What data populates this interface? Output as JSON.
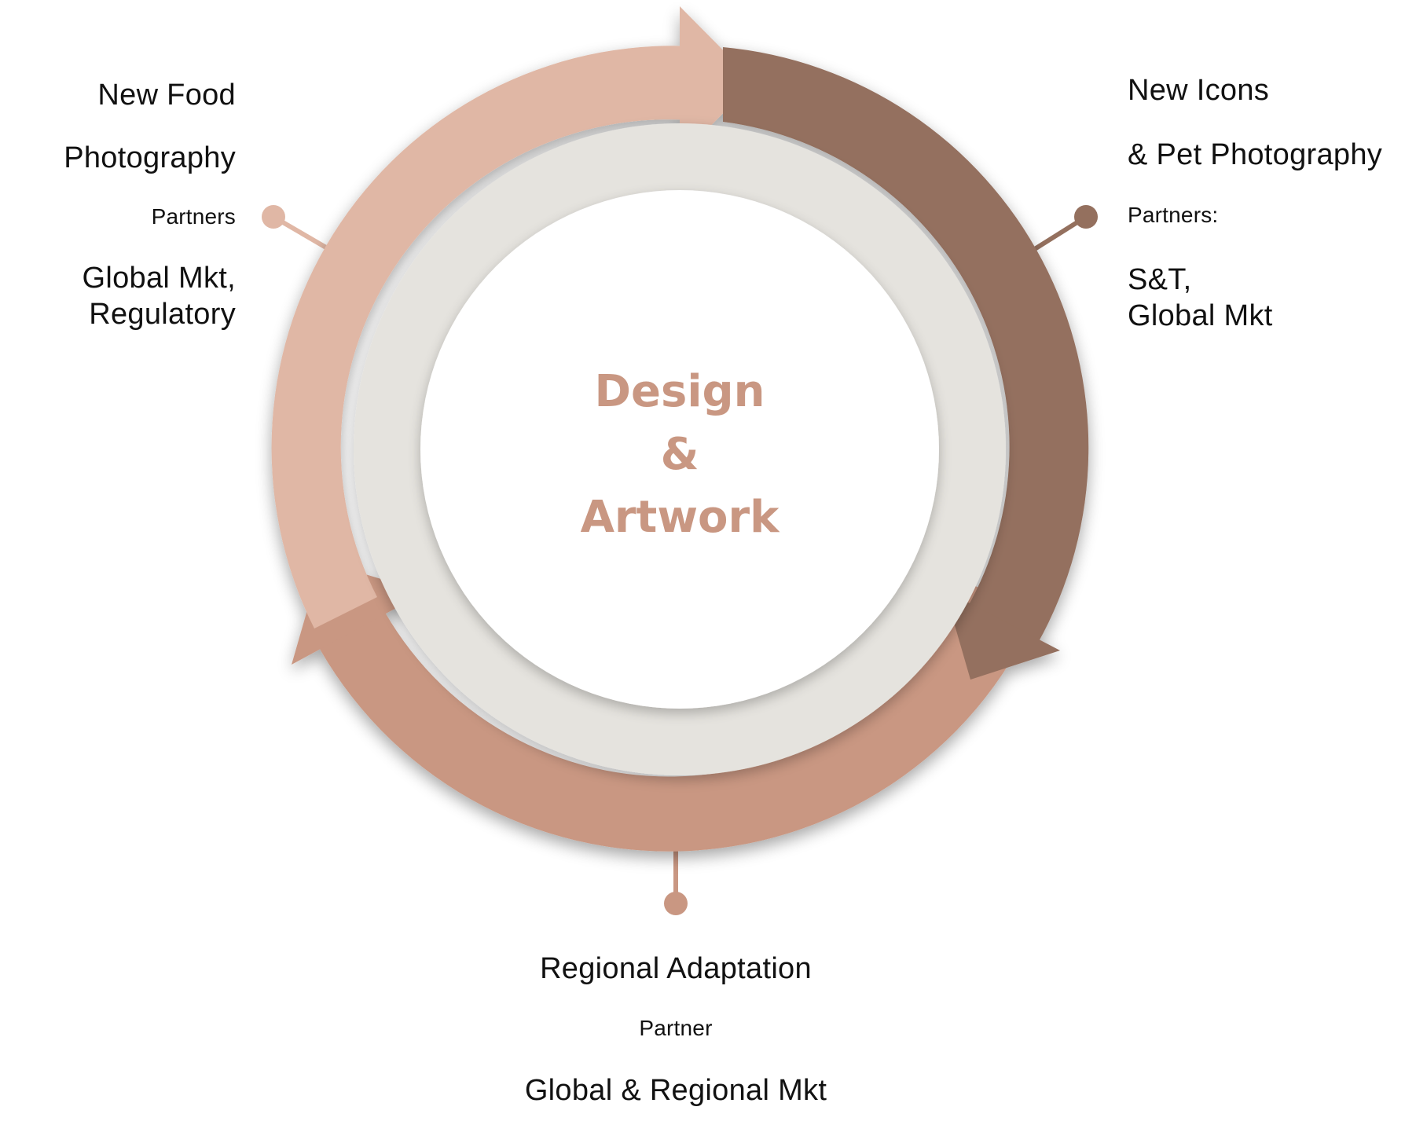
{
  "center": {
    "line1": "Design",
    "line2": "&",
    "line3": "Artwork"
  },
  "stages": {
    "food": {
      "title_line1": "New Food",
      "title_line2": "Photography",
      "caption": "Partners",
      "partners_line1": "Global Mkt,",
      "partners_line2": "Regulatory"
    },
    "icons": {
      "title_line1": "New Icons",
      "title_line2": "& Pet Photography",
      "caption": "Partners:",
      "partners_line1": "S&T,",
      "partners_line2": "Global Mkt"
    },
    "regional": {
      "title": "Regional Adaptation",
      "caption": "Partner",
      "partners": "Global & Regional Mkt"
    }
  },
  "colors": {
    "arrow_light": "#e0b7a5",
    "arrow_dark": "#94705e",
    "arrow_mid": "#c99782",
    "inner_ring": "#e5e3de",
    "center_text": "#c99782",
    "text": "#111111"
  }
}
